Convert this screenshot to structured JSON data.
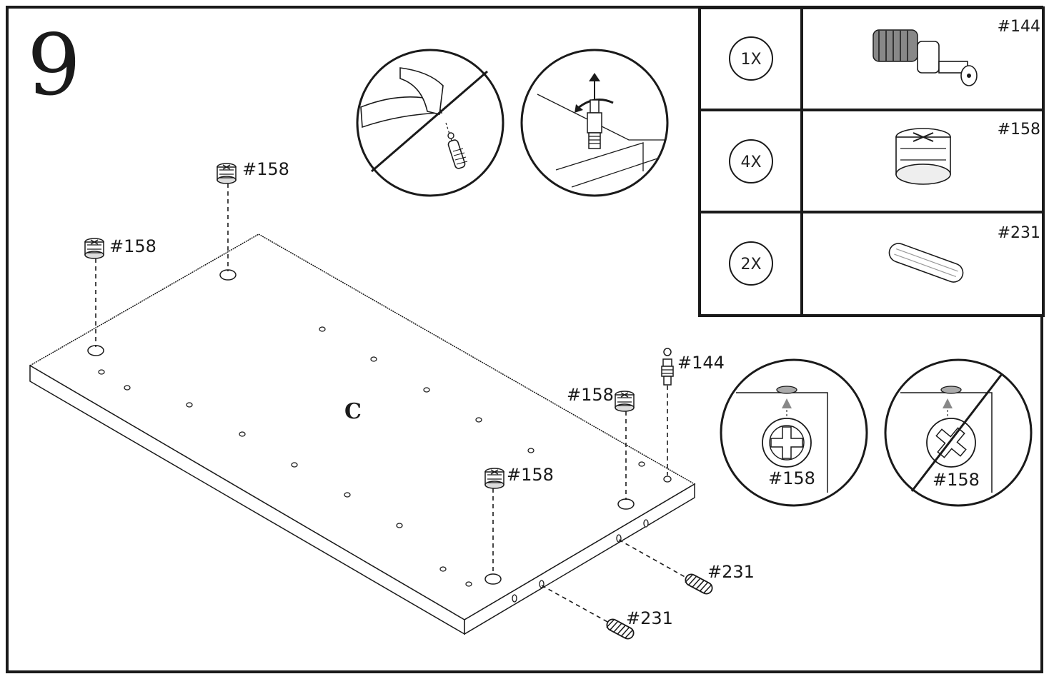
{
  "step": {
    "number": "9"
  },
  "panel": {
    "letter": "C"
  },
  "parts_table": [
    {
      "qty": "1X",
      "part": "#144"
    },
    {
      "qty": "4X",
      "part": "#158"
    },
    {
      "qty": "2X",
      "part": "#231"
    }
  ],
  "callouts": {
    "cam_top_left": "#158",
    "cam_top_mid": "#158",
    "cam_right": "#158",
    "cam_center": "#158",
    "bolt_right": "#144",
    "dowel_right": "#231",
    "dowel_bottom": "#231"
  },
  "detail_circles": {
    "correct_label": "#158",
    "wrong_label": "#158"
  },
  "colors": {
    "ink": "#1a1a1a",
    "paper": "#ffffff"
  }
}
